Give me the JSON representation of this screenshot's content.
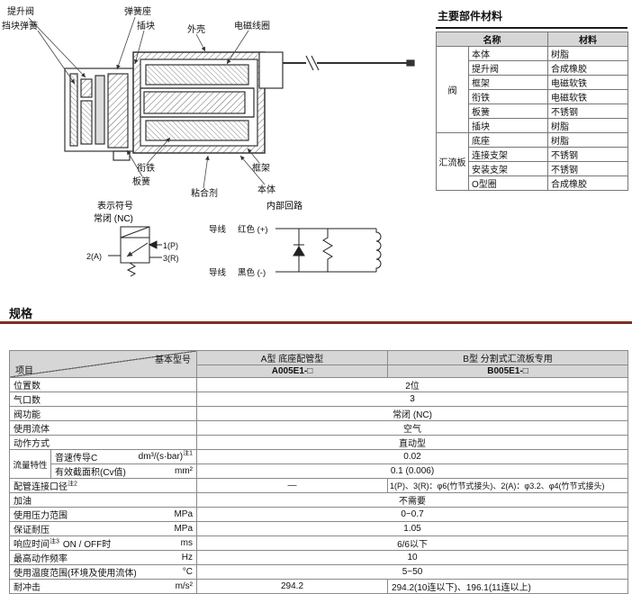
{
  "accent_rule_color": "#7d2f25",
  "diagram": {
    "labels": {
      "lift_valve": "提升阀",
      "spring_seat": "弹簧座",
      "stopper_spring": "挡块弹簧",
      "insert_block": "插块",
      "housing": "外壳",
      "solenoid_coil": "电磁线圈",
      "armature": "衔铁",
      "leaf_spring": "板簧",
      "adhesive": "粘合剂",
      "frame": "框架",
      "body": "本体"
    },
    "symbol": {
      "title": "表示符号",
      "subtitle": "常闭 (NC)",
      "port_a": "2(A)",
      "port_p": "1(P)",
      "port_r": "3(R)"
    },
    "circuit": {
      "title": "内部回路",
      "lead_top": "导线",
      "lead_top_color": "红色 (+)",
      "lead_bottom": "导线",
      "lead_bottom_color": "黑色 (-)"
    }
  },
  "materials": {
    "title": "主要部件材料",
    "headers": [
      "名称",
      "材料"
    ],
    "groups": [
      {
        "name": "阀",
        "rows": [
          [
            "本体",
            "树脂"
          ],
          [
            "提升阀",
            "合成橡胶"
          ],
          [
            "框架",
            "电磁软铁"
          ],
          [
            "衔铁",
            "电磁软铁"
          ],
          [
            "板簧",
            "不锈钢"
          ],
          [
            "插块",
            "树脂"
          ]
        ]
      },
      {
        "name": "汇流板",
        "rows": [
          [
            "底座",
            "树脂"
          ],
          [
            "连接支架",
            "不锈钢"
          ],
          [
            "安装支架",
            "不锈钢"
          ],
          [
            "O型圈",
            "合成橡胶"
          ]
        ]
      }
    ]
  },
  "specs": {
    "title": "规格",
    "corner_top": "基本型号",
    "corner_bottom": "项目",
    "col_a_header": "A型 底座配管型",
    "col_b_header": "B型 分割式汇流板专用",
    "model_a": "A005E1-□",
    "model_b": "B005E1-□",
    "rows": {
      "positions": {
        "label": "位置数",
        "value": "2位"
      },
      "ports": {
        "label": "气口数",
        "value": "3"
      },
      "function": {
        "label": "阀功能",
        "value": "常闭 (NC)"
      },
      "fluid": {
        "label": "使用流体",
        "value": "空气"
      },
      "actuation": {
        "label": "动作方式",
        "value": "直动型"
      },
      "flow_label": "流量特性",
      "sonic": {
        "label": "音速传导C",
        "unit": "dm³/(s·bar)",
        "note": "注1",
        "value": "0.02"
      },
      "area": {
        "label": "有效截面积(Cv值)",
        "unit": "mm²",
        "value": "0.1 (0.006)"
      },
      "piping": {
        "label": "配管连接口径",
        "note": "注2",
        "value_a": "—",
        "value_b": "1(P)、3(R)：φ6(竹节式接头)、2(A)：φ3.2、φ4(竹节式接头)"
      },
      "oil": {
        "label": "加油",
        "value": "不需要"
      },
      "pressure": {
        "label": "使用压力范围",
        "unit": "MPa",
        "value": "0~0.7"
      },
      "proof": {
        "label": "保证耐压",
        "unit": "MPa",
        "value": "1.05"
      },
      "response": {
        "label": "响应时间",
        "note": "注3",
        "label2": "ON / OFF时",
        "unit": "ms",
        "value": "6/6以下"
      },
      "frequency": {
        "label": "最高动作频率",
        "unit": "Hz",
        "value": "10"
      },
      "temperature": {
        "label": "使用温度范围(环境及使用流体)",
        "unit": "°C",
        "value": "5~50"
      },
      "shock": {
        "label": "耐冲击",
        "unit": "m/s²",
        "value_a": "294.2",
        "value_b": "294.2(10连以下)、196.1(11连以上)"
      }
    }
  }
}
